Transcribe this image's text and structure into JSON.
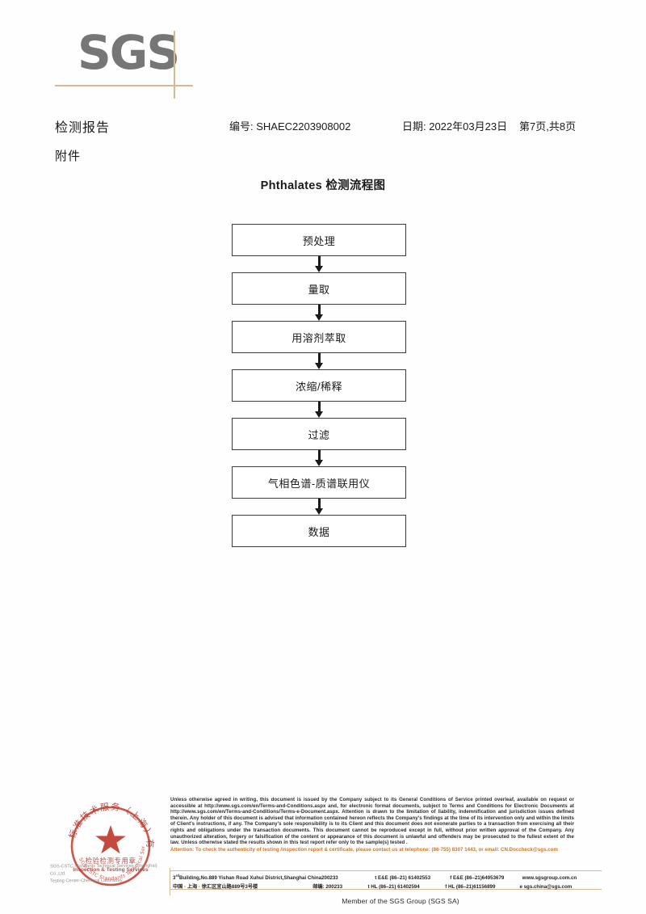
{
  "logo": {
    "text": "SGS",
    "accent_color": "#d8b894",
    "logo_color": "#767676"
  },
  "header": {
    "doc_title": "检测报告",
    "doc_number": "编号: SHAEC2203908002",
    "doc_date": "日期: 2022年03月23日",
    "page_info": "第7页,共8页",
    "attachment_label": "附件"
  },
  "flowchart": {
    "title": "Phthalates 检测流程图",
    "steps": [
      {
        "label": "预处理"
      },
      {
        "label": "量取"
      },
      {
        "label": "用溶剂萃取"
      },
      {
        "label": "浓缩/稀释"
      },
      {
        "label": "过滤"
      },
      {
        "label": "气相色谱-质谱联用仪"
      },
      {
        "label": "数据"
      }
    ]
  },
  "seal": {
    "outer_text": "标准技术服务（上海）有限公司",
    "center_text_cn": "检验检测专用章",
    "center_text_en": "Inspection & Testing Services",
    "color": "#c0392b",
    "caption_line1": "SGS-CSTC Standards Technical Services (Shanghai) Co.,Ltd.",
    "caption_line2": "Testing Center-Chemical Laboratory."
  },
  "legal": {
    "paragraph": "Unless otherwise agreed in writing, this document is issued by the Company subject to its General Conditions of Service printed overleaf, available on request or accessible at http://www.sgs.com/en/Terms-and-Conditions.aspx and, for electronic format documents, subject to Terms and Conditions for Electronic Documents at http://www.sgs.com/en/Terms-and-Conditions/Terms-e-Document.aspx. Attention is drawn to the limitation of liability, indemnification and jurisdiction issues defined therein. Any holder of this document is advised that information contained hereon reflects the Company's findings at the time of its intervention only and within the limits of Client's instructions, if any. The Company's sole responsibility is to its Client and this document does not exonerate parties to a transaction from exercising all their rights and obligations under the transaction documents. This document cannot be reproduced except in full, without prior written approval of the Company. Any unauthorized alteration, forgery or falsification of the content or appearance of this document is unlawful and offenders may be prosecuted to the fullest extent of the law. Unless otherwise stated the results shown in this test report refer only to the sample(s) tested .",
    "attention": "Attention: To check the authenticity of testing /inspection report & certificate, please contact us at telephone: (86-755) 8307 1443, or email: CN.Doccheck@sgs.com",
    "attention_color": "#c8762a"
  },
  "address": {
    "row_en": {
      "address_prefix": "3",
      "address_sup": "rd",
      "address": "Building,No.889 Yishan Road Xuhui District,Shanghai China",
      "zip": "200233",
      "tel": "t E&E (86–21) 61402553",
      "fax": "f E&E (86–21)64953679",
      "web": "www.sgsgroup.com.cn"
    },
    "row_cn": {
      "address": "中国 · 上海 · 徐汇区宜山路889号3号楼",
      "zip": "邮编: 200233",
      "tel": "t HL (86–21) 61402594",
      "fax": "f HL (86–21)61156899",
      "web": "e  sgs.china@sgs.com"
    }
  },
  "footer": {
    "member_line": "Member of the SGS Group (SGS SA)"
  }
}
